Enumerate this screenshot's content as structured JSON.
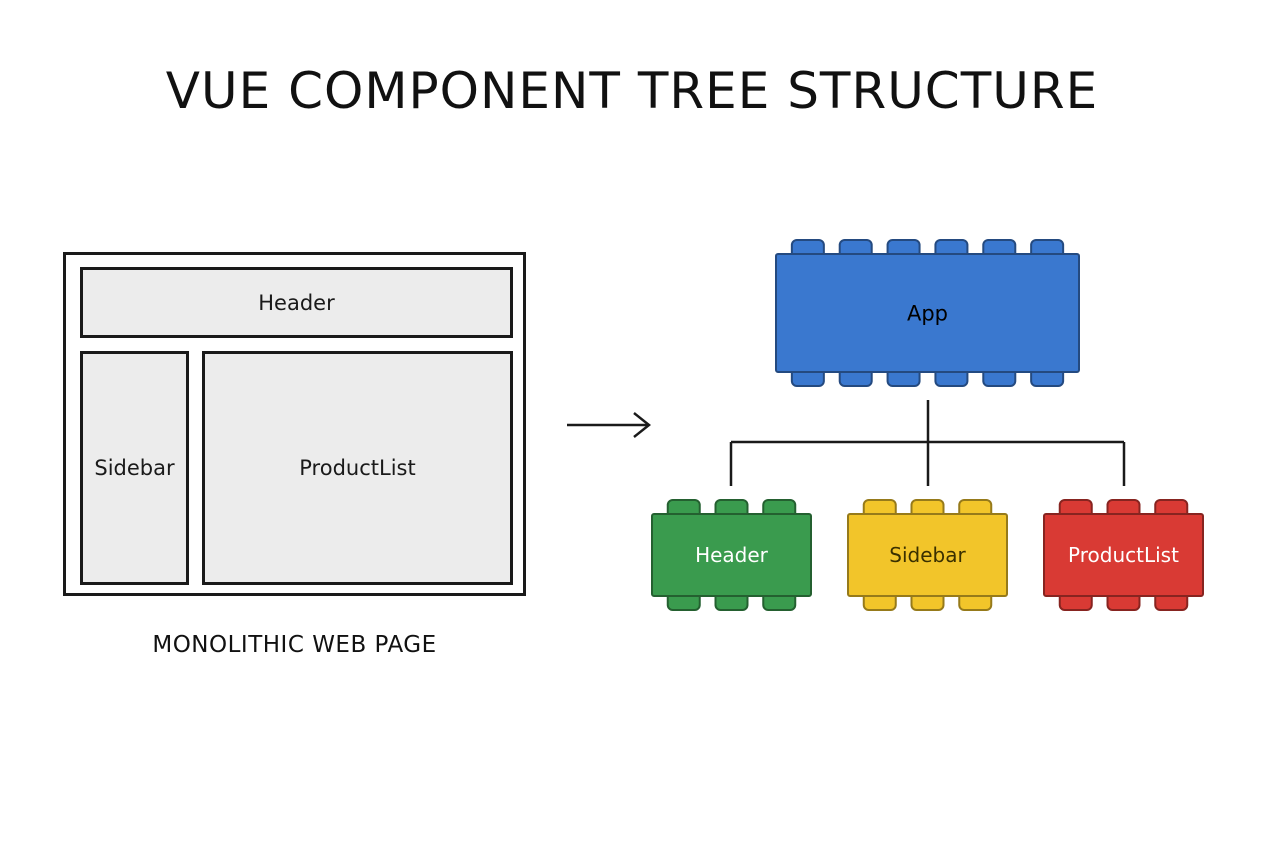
{
  "title": "VUE COMPONENT TREE STRUCTURE",
  "monolith": {
    "caption": "MONOLITHIC WEB PAGE",
    "regions": {
      "header": "Header",
      "sidebar": "Sidebar",
      "productlist": "ProductList"
    }
  },
  "tree": {
    "root": {
      "label": "App",
      "color": "#3a78cf"
    },
    "children": [
      {
        "label": "Header",
        "color": "#3a9b4e"
      },
      {
        "label": "Sidebar",
        "color": "#f2c52a"
      },
      {
        "label": "ProductList",
        "color": "#d93a34"
      }
    ]
  }
}
